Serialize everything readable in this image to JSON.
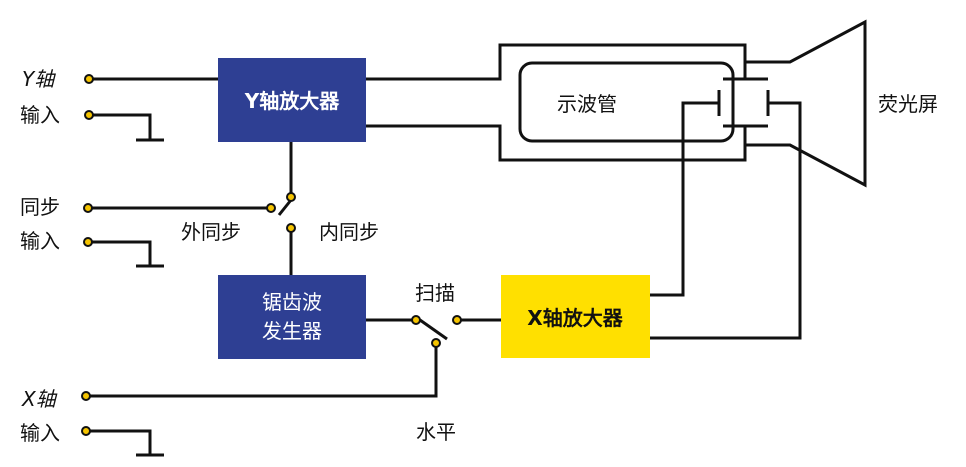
{
  "inputs": {
    "y_input": {
      "line1": "Y轴",
      "line2": "输入"
    },
    "sync_input": {
      "line1": "同步",
      "line2": "输入"
    },
    "x_input": {
      "line1": "X轴",
      "line2": "输入"
    }
  },
  "blocks": {
    "y_amplifier": {
      "label": "Y轴放大器",
      "fill": "#2e3f93",
      "text_color": "#ffffff"
    },
    "sawtooth_generator": {
      "line1": "锯齿波",
      "line2": "发生器",
      "fill": "#2e3f93",
      "text_color": "#ffffff"
    },
    "x_amplifier": {
      "label": "X轴放大器",
      "fill": "#ffe000",
      "text_color": "#111111"
    }
  },
  "switch_labels": {
    "external_sync": "外同步",
    "internal_sync": "内同步",
    "scan": "扫描",
    "horizontal": "水平"
  },
  "tube": {
    "label": "示波管",
    "screen_label": "荧光屏"
  },
  "colors": {
    "wire": "#111111",
    "terminal": "#f5c400"
  }
}
